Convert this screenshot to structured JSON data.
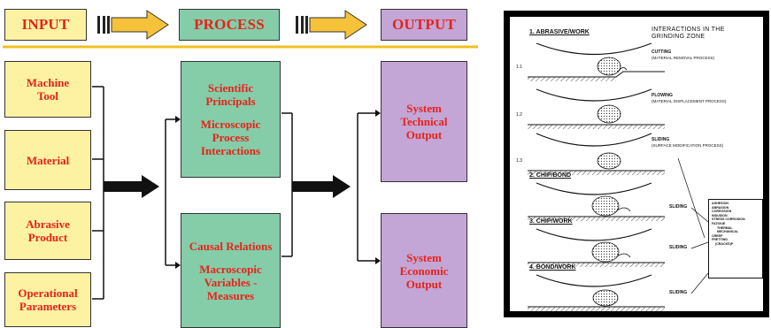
{
  "flow": {
    "headers": {
      "input": "INPUT",
      "process": "PROCESS",
      "output": "OUTPUT"
    },
    "inputs": [
      "Machine Tool",
      "Material",
      "Abrasive Product",
      "Operational Parameters"
    ],
    "process_top": {
      "line1": "Scientific Principals",
      "line2": "Microscopic Process Interactions"
    },
    "process_bottom": {
      "line1": "Causal Relations",
      "line2": "Macroscopic Variables - Measures"
    },
    "outputs": [
      "System Technical Output",
      "System Economic Output"
    ]
  },
  "figure": {
    "title": "INTERACTIONS IN THE GRINDING ZONE",
    "sections": [
      "1. ABRASIVE/WORK",
      "2. CHIP/BOND",
      "3. CHIP/WORK",
      "4. BOND/WORK"
    ],
    "row_labels": [
      "1.1",
      "1.2",
      "1.3"
    ],
    "interactions": [
      {
        "title": "CUTTING",
        "sub": "(MATERIAL REMOVAL PROCESS)"
      },
      {
        "title": "PLOWING",
        "sub": "(MATERIAL DISPLACEMENT PROCESS)"
      },
      {
        "title": "SLIDING",
        "sub": "(SURFACE MODIFICATION PROCESS)"
      }
    ],
    "sliding_labels": [
      "SLIDING",
      "SLIDING",
      "SLIDING"
    ],
    "mechanisms": [
      "ADHESION",
      "ABRASION",
      "CORROSION",
      "INDUSION",
      "STRESS CORROSION",
      "FATIGUE",
      "THERMAL",
      "MECHANICAL",
      "CREEP",
      "FRETTING",
      "(CRACKS)P"
    ]
  }
}
